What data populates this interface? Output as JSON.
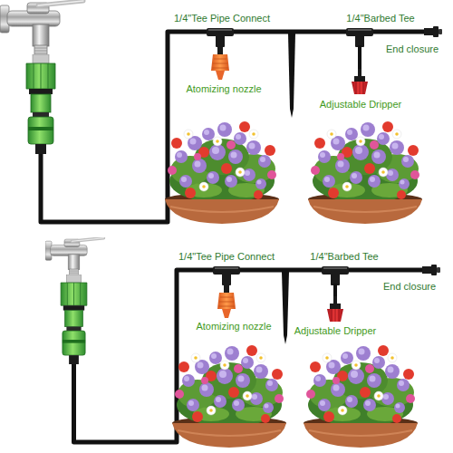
{
  "diagram": {
    "labels": [
      "1/4\"Tee Pipe Connect",
      "1/4\"Barbed Tee",
      "End closure",
      "Atomizing nozzle",
      "Adjustable Dripper",
      "1/4\"Tee Pipe Connect",
      "1/4\"Barbed Tee",
      "End closure",
      "Atomizing nozzle",
      "Adjustable Dripper"
    ]
  }
}
